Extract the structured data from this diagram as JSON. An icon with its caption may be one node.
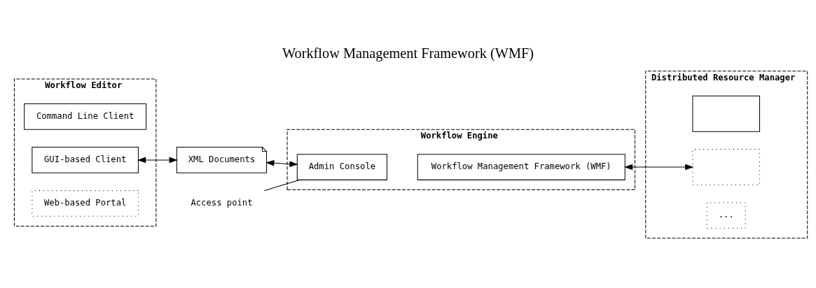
{
  "diagram": {
    "title": "Workflow Management Framework (WMF)",
    "nodes": [
      {
        "text": [
          "Workflow Editor"
        ]
      },
      {
        "text": [
          "Command Line Client"
        ],
        "in": 0
      },
      {
        "text": [
          "GUI-based Client"
        ],
        "in": 0
      },
      {
        "text": [
          "Web-based Portal"
        ],
        "in": 0
      },
      {
        "text": [
          "XML Documents"
        ]
      },
      {
        "text": [
          "Workflow Engine"
        ]
      },
      {
        "text": [
          "Admin Console"
        ],
        "in": 5
      },
      {
        "text": [
          "Workflow Management Framework (WMF)"
        ],
        "in": 5
      },
      {
        "text": [
          "Distributed Resource Manager"
        ]
      },
      {
        "text": [],
        "shape": "box",
        "in": 8
      },
      {
        "text": [],
        "shape": "box",
        "in": 8
      },
      {
        "text": [
          "..."
        ],
        "in": 8
      },
      {
        "text": [
          "Access point"
        ]
      }
    ],
    "edges": [
      {
        "from": 2,
        "to": 4,
        "arrow": "both"
      },
      {
        "from": 4,
        "to": 6,
        "arrow": "both"
      },
      {
        "from": 7,
        "to": 10,
        "arrow": "both"
      },
      {
        "from": 12,
        "to": 6,
        "arrow": "none"
      }
    ]
  }
}
